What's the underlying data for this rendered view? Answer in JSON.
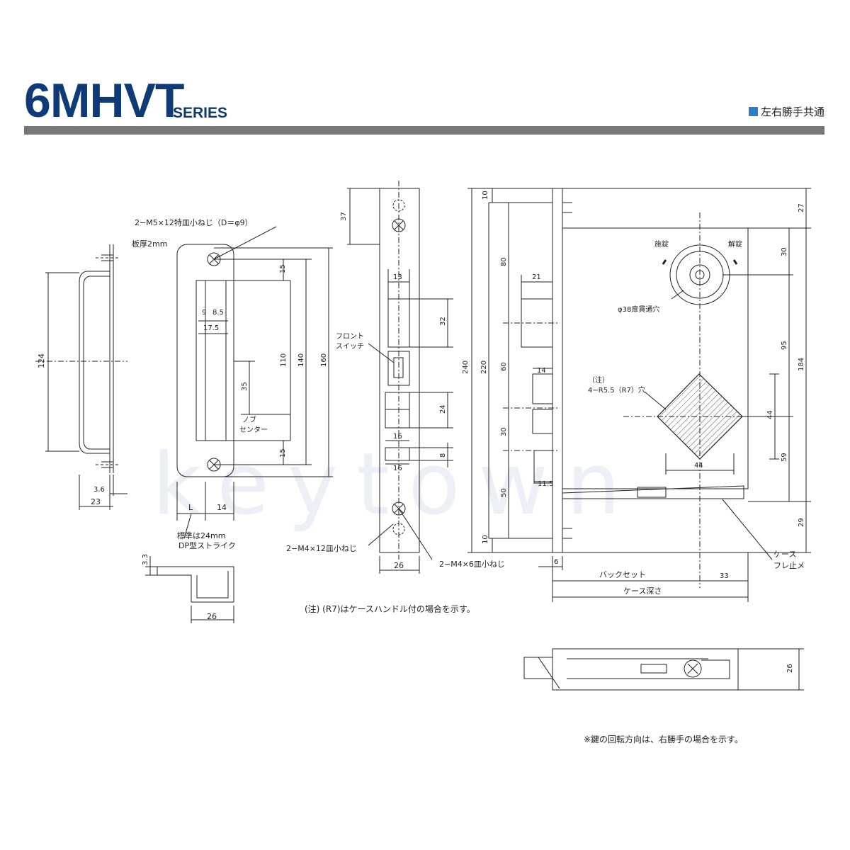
{
  "header": {
    "title": "6MHVT",
    "series": "SERIES",
    "tagline": "左右勝手共通",
    "accent_color": "#0f3a78",
    "tag_color": "#2a7fc4"
  },
  "watermark": "keytown",
  "strike": {
    "screw_label": "2−M5×12特皿小ねじ（D＝φ9）",
    "plate_label": "板厚2mm",
    "dim_124": "124",
    "dim_36": "3.6",
    "dim_23": "23",
    "dim_15a": "15",
    "dim_15b": "15",
    "dim_9": "9",
    "dim_85": "8.5",
    "dim_175": "17.5",
    "dim_110": "110",
    "dim_140": "140",
    "dim_160": "160",
    "dim_35": "35",
    "knob_center": "ノブ",
    "knob_center2": "センター",
    "dim_L": "L",
    "dim_14": "14",
    "std_label": "標準は24mm",
    "dp_label": "DP型ストライク",
    "dim_33": "3.3",
    "dim_26": "26"
  },
  "front": {
    "dim_37": "37",
    "dim_13": "13",
    "dim_32": "32",
    "front_switch": "フロント",
    "front_switch2": "スイッチ",
    "dim_24": "24",
    "dim_16a": "16",
    "dim_8": "8",
    "dim_16b": "16",
    "screw_m4_12": "2−M4×12皿小ねじ",
    "screw_m4_6": "2−M4×6皿小ねじ",
    "dim_26": "26"
  },
  "body": {
    "dim_10a": "10",
    "dim_240": "240",
    "dim_220": "220",
    "dim_80": "80",
    "dim_60": "60",
    "dim_30": "30",
    "dim_50": "50",
    "dim_10b": "10",
    "dim_21": "21",
    "dim_14": "14",
    "dim_115": "11.5",
    "lock_left": "施錠",
    "lock_right": "解錠",
    "hole_label": "φ38扉貫通穴",
    "note_mark": "（注）",
    "r_label": "4−R5.5（R7）穴",
    "dim_44h": "44",
    "dim_44v": "44",
    "dim_27": "27",
    "dim_30r": "30",
    "dim_95": "95",
    "dim_184": "184",
    "dim_59": "59",
    "dim_29": "29",
    "dim_6": "6",
    "backset": "バックセット",
    "dim_33": "33",
    "case_depth": "ケース深さ",
    "case": "ケース",
    "case_stopper": "フレ止メ",
    "dim_26": "26"
  },
  "notes": {
    "r7_note": "(注) (R7)はケースハンドル付の場合を示す。",
    "rotation_note": "※鍵の回転方向は、右勝手の場合を示す。"
  }
}
